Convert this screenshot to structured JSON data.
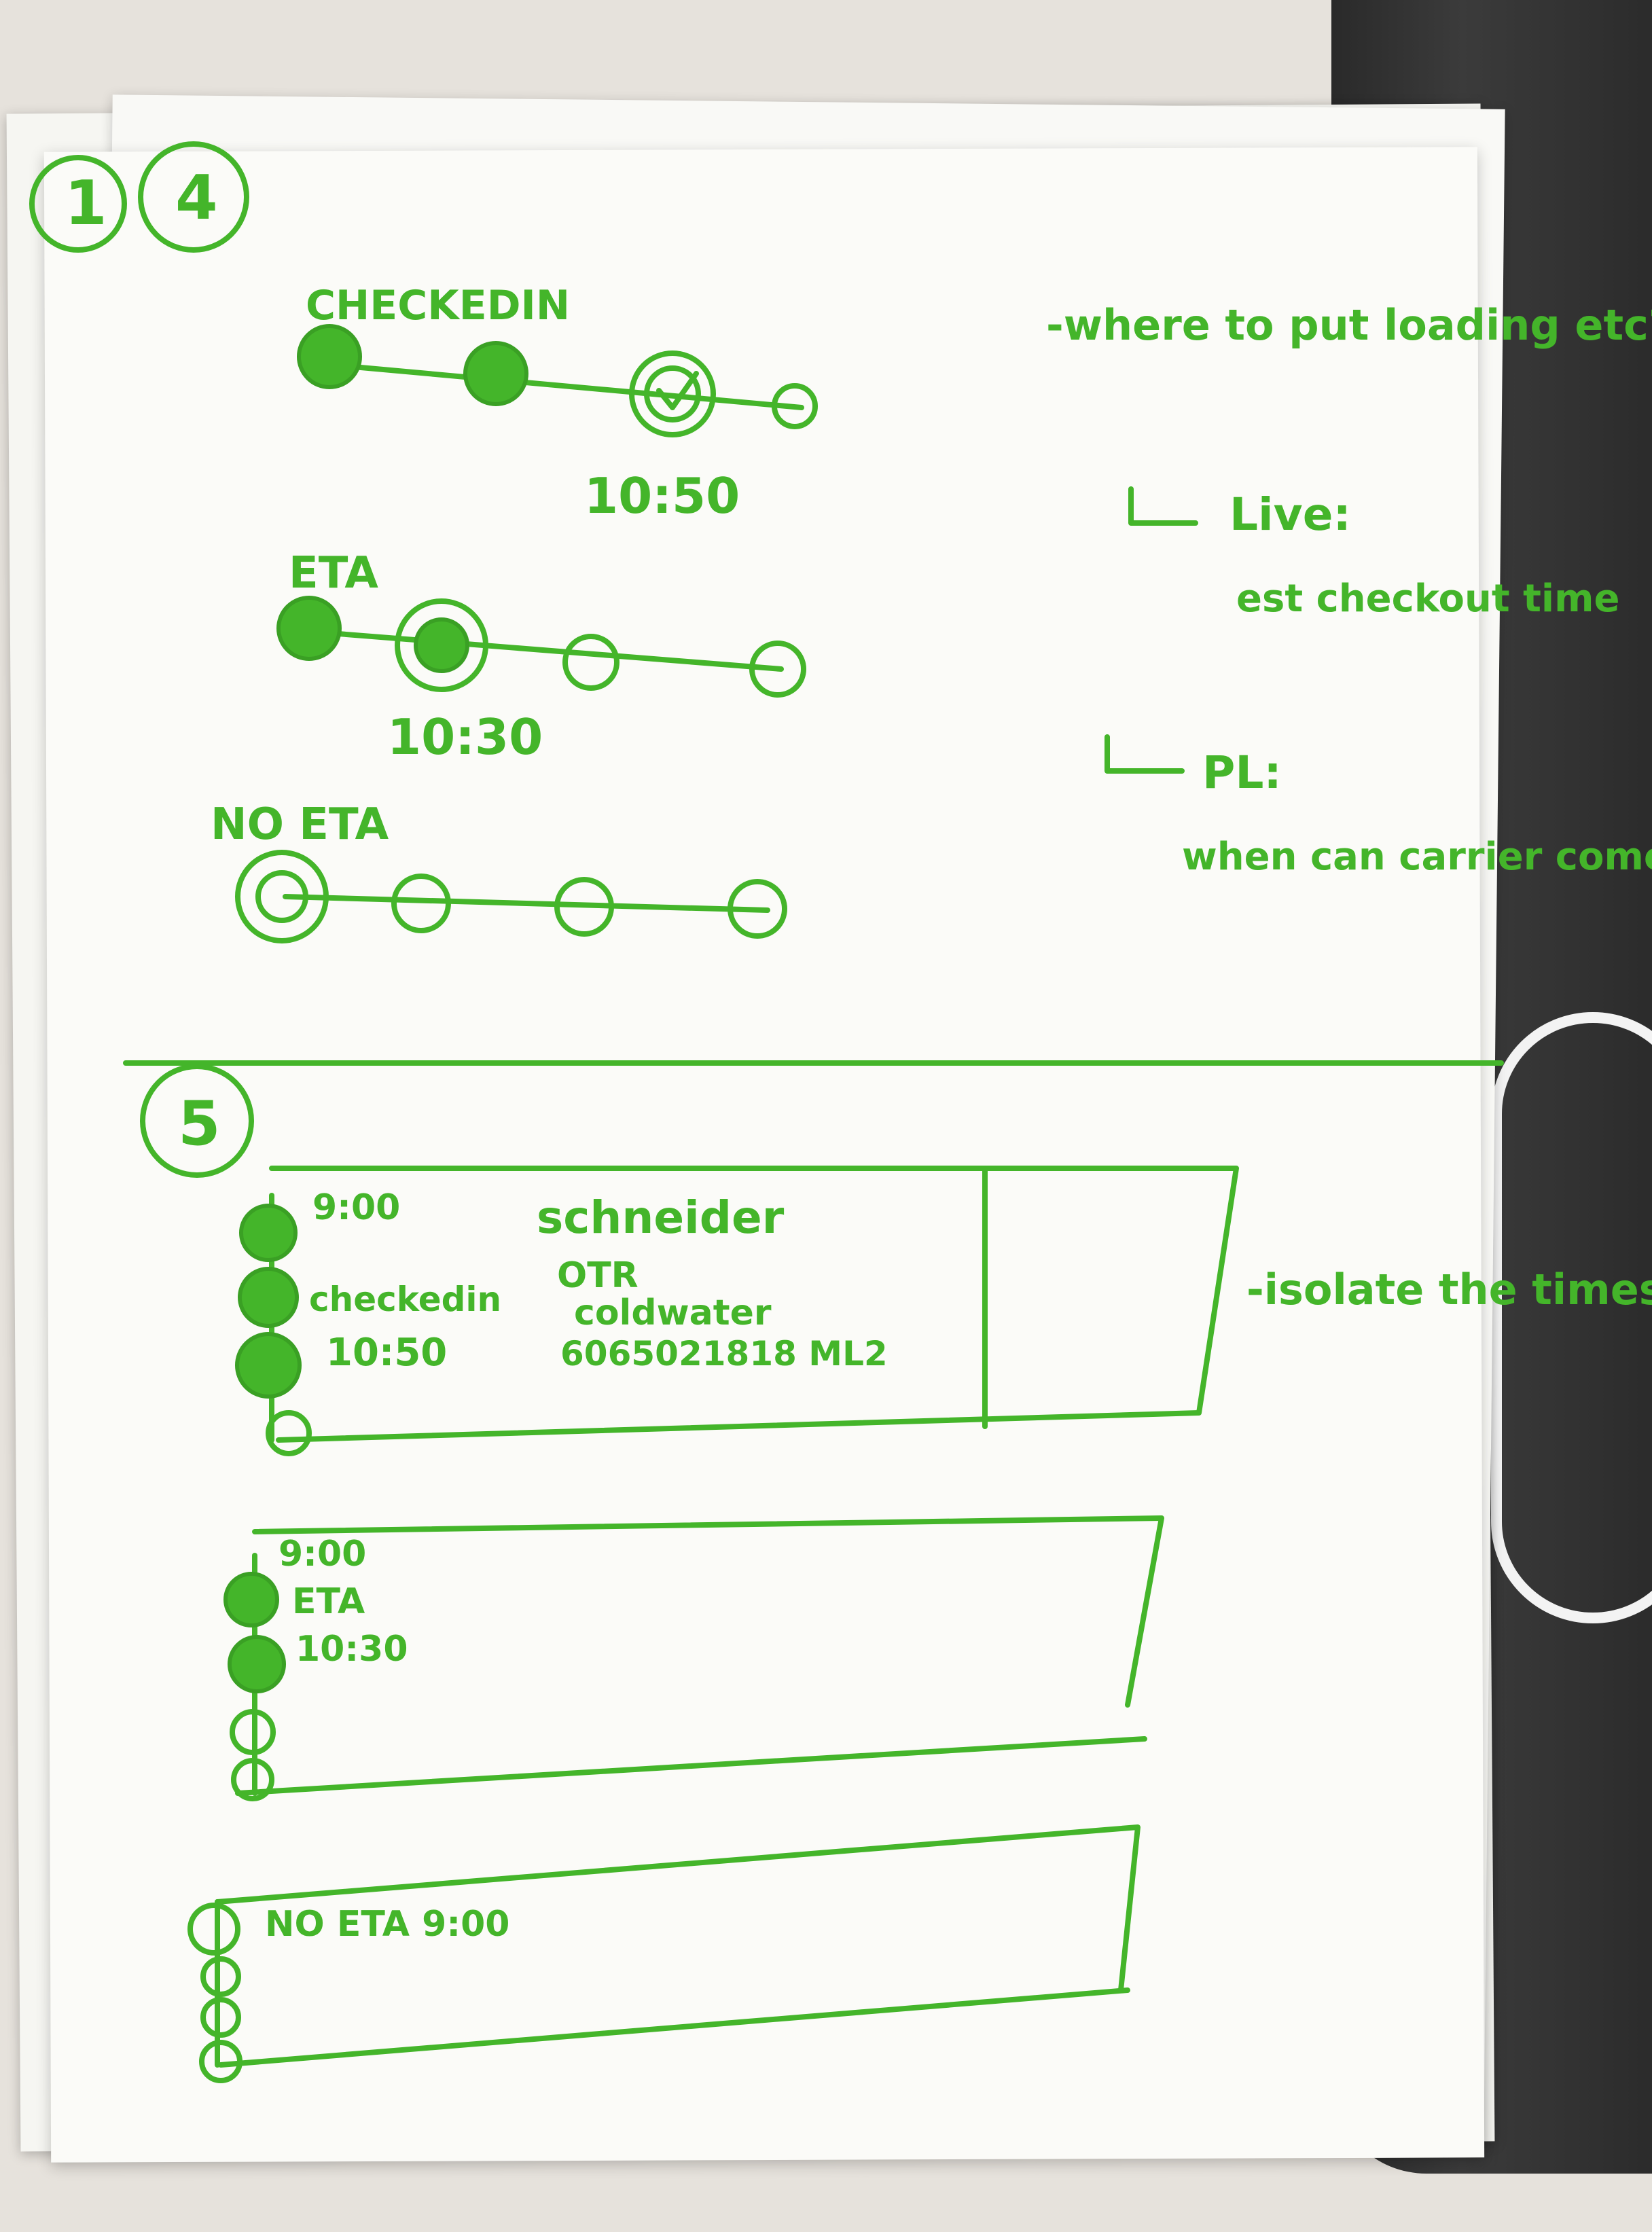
{
  "colors": {
    "ink": "#44b52a",
    "paper": "#fbfbf8",
    "desk": "#2a2a2a"
  },
  "page_numbers": {
    "back_page": "1",
    "front_page": "4",
    "section_two": "5"
  },
  "section_four": {
    "checked_in": {
      "label": "CHECKEDIN",
      "time": "10:50"
    },
    "eta": {
      "label": "ETA",
      "time": "10:30"
    },
    "no_eta": {
      "label": "NO ETA"
    },
    "notes": {
      "question": "-where to put loading etc?",
      "live_label": "Live:",
      "live_text": "est checkout time",
      "pl_label": "PL:",
      "pl_text": "when can carrier come?"
    }
  },
  "section_five": {
    "card_one": {
      "time": "9:00",
      "status": "checkedin",
      "status_time": "10:50",
      "carrier": "schneider",
      "mode": "OTR",
      "location": "coldwater",
      "reference": "6065021818 ML2"
    },
    "card_two": {
      "time": "9:00",
      "status": "ETA",
      "status_time": "10:30"
    },
    "card_three": {
      "label": "NO ETA 9:00"
    },
    "side_note": "-isolate the times?"
  }
}
